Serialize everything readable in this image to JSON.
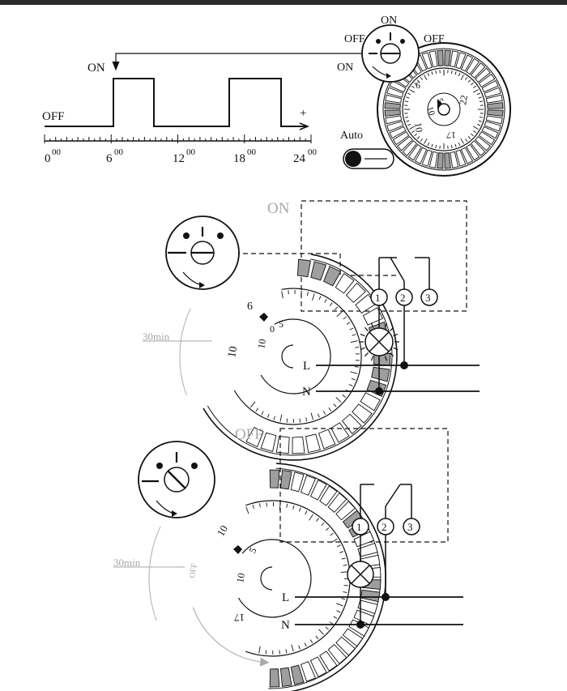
{
  "top": {
    "on_label": "ON",
    "off_label": "OFF",
    "plus": "+",
    "axis_ticks": [
      {
        "hour": "0",
        "sup": "00"
      },
      {
        "hour": "6",
        "sup": "00"
      },
      {
        "hour": "12",
        "sup": "00"
      },
      {
        "hour": "18",
        "sup": "00"
      },
      {
        "hour": "24",
        "sup": "00"
      }
    ],
    "dial_on": "ON",
    "dial_off_left": "OFF",
    "dial_off_right": "OFF",
    "dial_on_left": "ON",
    "auto_label": "Auto",
    "inner_numbers": [
      "6",
      "10",
      "5",
      "22",
      "17",
      "10"
    ]
  },
  "on_panel": {
    "title": "ON",
    "interval": "30min",
    "dial_numbers": [
      "6",
      "10",
      "0",
      "5",
      "10"
    ],
    "terminals": [
      "1",
      "2",
      "3"
    ],
    "line_L": "L",
    "line_N": "N"
  },
  "off_panel": {
    "title": "OFF",
    "interval": "30min",
    "dial_word": "OFF",
    "dial_numbers": [
      "10",
      "5",
      "10",
      "17"
    ],
    "terminals": [
      "1",
      "2",
      "3"
    ],
    "line_L": "L",
    "line_N": "N"
  },
  "colors": {
    "ink": "#111111",
    "gray": "#a8a8a8",
    "segment_fill": "#9e9e9e"
  }
}
